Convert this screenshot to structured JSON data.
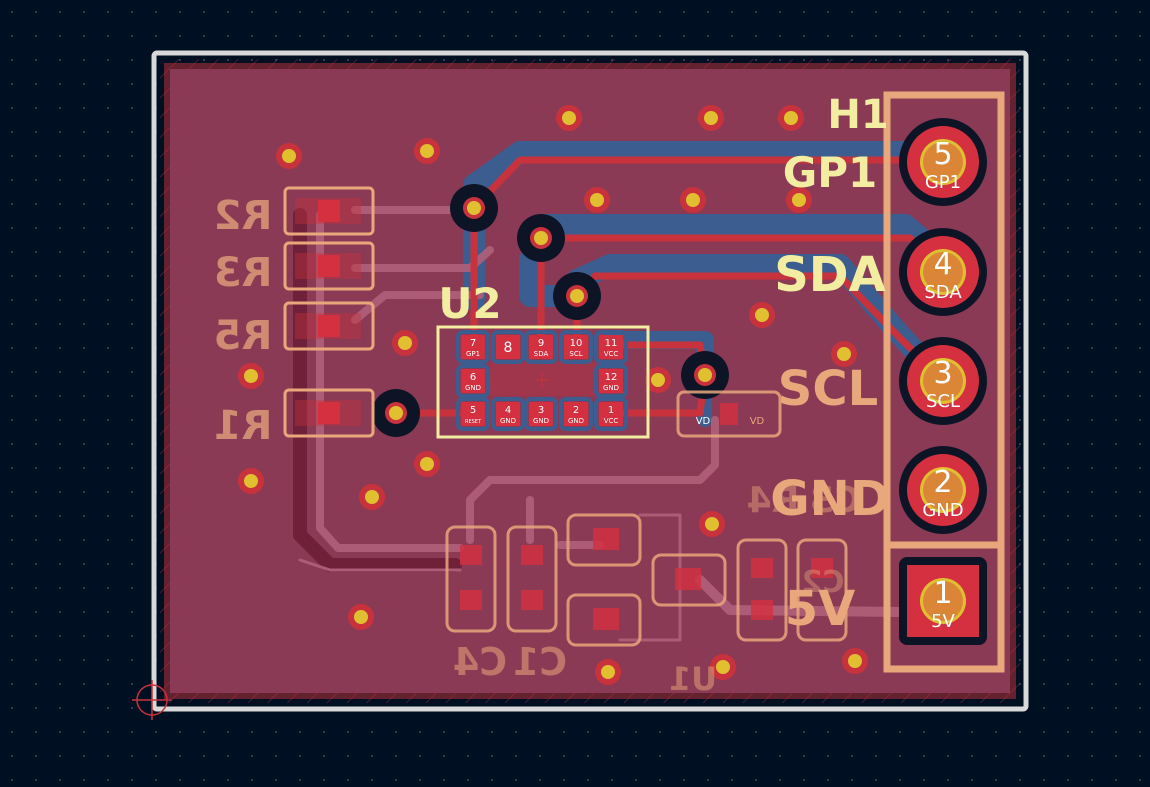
{
  "viewer": {
    "colors": {
      "background": "#001023",
      "board_fill": "#8b3a55",
      "edge_cuts": "#d9d9d9",
      "front_copper": "#c8323c",
      "back_copper": "#3b5d8f",
      "front_silk": "#f2eda1",
      "back_silk": "#e8a87c",
      "via_fill": "#e0c030",
      "pad": "#d53040"
    }
  },
  "board": {
    "connector": {
      "ref": "H1",
      "pins": [
        {
          "number": "5",
          "name": "GP1"
        },
        {
          "number": "4",
          "name": "SDA"
        },
        {
          "number": "3",
          "name": "SCL"
        },
        {
          "number": "2",
          "name": "GND"
        },
        {
          "number": "1",
          "name": "5V"
        }
      ]
    },
    "net_labels": {
      "front": [
        "GP1",
        "SDA"
      ],
      "back": [
        "SCL",
        "GND",
        "5V"
      ]
    },
    "ic": {
      "ref": "U2",
      "pads": [
        {
          "num": "7",
          "name": "GP1"
        },
        {
          "num": "8",
          "name": ""
        },
        {
          "num": "9",
          "name": "SDA"
        },
        {
          "num": "10",
          "name": "SCL"
        },
        {
          "num": "11",
          "name": "VCC"
        },
        {
          "num": "6",
          "name": "GND"
        },
        {
          "num": "12",
          "name": "GND"
        },
        {
          "num": "5",
          "name": "RESET"
        },
        {
          "num": "4",
          "name": "GND"
        },
        {
          "num": "3",
          "name": "GND"
        },
        {
          "num": "2",
          "name": "GND"
        },
        {
          "num": "1",
          "name": "VCC"
        }
      ]
    },
    "resistors": [
      "R2",
      "R3",
      "R5",
      "R1"
    ],
    "back_refs": {
      "c4": "C4",
      "c1": "C1",
      "u1": "U1",
      "r4": "R4",
      "c3": "C3",
      "c2": "C2"
    },
    "small_pads": {
      "vd_a": "VD",
      "vd_b": "VD"
    }
  }
}
